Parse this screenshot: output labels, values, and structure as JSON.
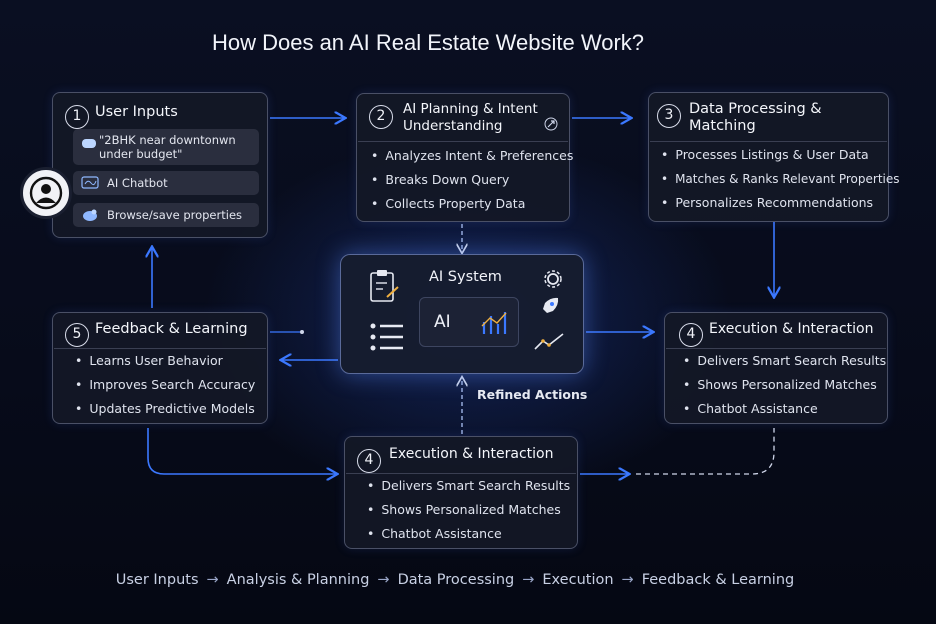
{
  "title": "How Does an AI Real Estate Website Work?",
  "colors": {
    "accent": "#3b78ff",
    "card_bg": "#14182a",
    "card_border": "#4a5066",
    "text": "#e8ecf5"
  },
  "nodes": {
    "user_inputs": {
      "number": "1",
      "title": "User Inputs",
      "items": [
        {
          "icon": "chat-bubble-icon",
          "label": "\"2BHK near downtonwn under budget\""
        },
        {
          "icon": "chatbot-icon",
          "label": "AI Chatbot"
        },
        {
          "icon": "browse-icon",
          "label": "Browse/save properties"
        }
      ],
      "avatar_icon": "user-avatar-icon"
    },
    "planning": {
      "number": "2",
      "title_line1": "AI Planning & Intent",
      "title_line2": "Understanding",
      "icon": "rocket-badge-icon",
      "items": [
        "Analyzes Intent & Preferences",
        "Breaks Down Query",
        "Collects Property Data"
      ]
    },
    "processing": {
      "number": "3",
      "title_line1": "Data Processing &",
      "title_line2": "Matching",
      "items": [
        "Processes Listings & User Data",
        "Matches & Ranks Relevant Properties",
        "Personalizes Recommendations"
      ]
    },
    "execution_right": {
      "number": "4",
      "title": "Execution & Interaction",
      "items": [
        "Delivers Smart Search Results",
        "Shows Personalized Matches",
        "Chatbot Assistance"
      ]
    },
    "execution_bottom": {
      "number": "4",
      "title": "Execution & Interaction",
      "items": [
        "Delivers Smart Search Results",
        "Shows Personalized Matches",
        "Chatbot Assistance"
      ]
    },
    "feedback": {
      "number": "5",
      "title": "Feedback & Learning",
      "items": [
        "Learns User Behavior",
        "Improves Search Accuracy",
        "Updates Predictive Models"
      ]
    }
  },
  "ai_system": {
    "title": "AI System",
    "core_label": "AI",
    "icons": [
      "clipboard-icon",
      "list-icon",
      "gear-icon",
      "rocket-icon",
      "trend-chart-icon",
      "bar-chart-icon"
    ]
  },
  "refined_label": "Refined Actions",
  "flow": [
    "User Inputs",
    "Analysis & Planning",
    "Data Processing",
    "Execution",
    "Feedback & Learning"
  ],
  "flow_arrow": "→"
}
